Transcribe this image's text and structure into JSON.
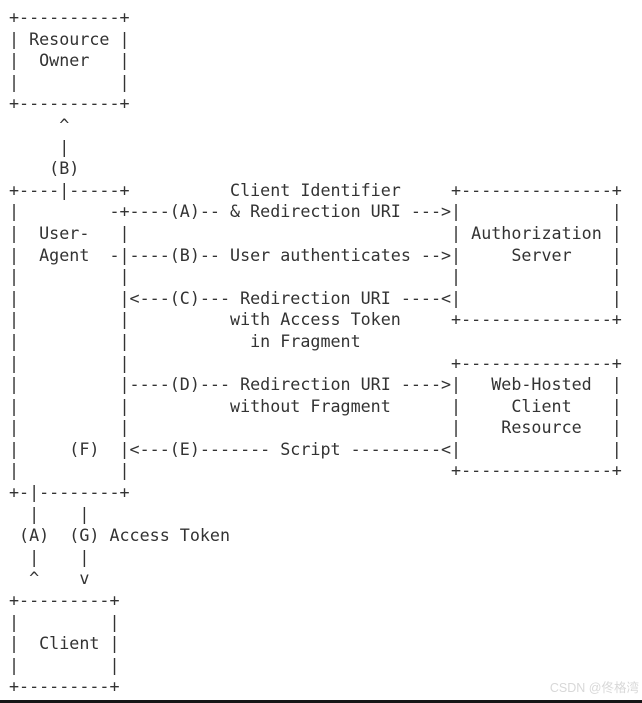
{
  "colors": {
    "background": "#ffffff",
    "diagram_text": "#333333",
    "watermark_text": "#d8d8d8",
    "bottom_rule": "#161616"
  },
  "diagram": {
    "ascii_lines": [
      "+----------+",
      "| Resource |",
      "|  Owner   |",
      "|          |",
      "+----------+",
      "     ^",
      "     |",
      "    (B)",
      "+----|-----+          Client Identifier     +---------------+",
      "|         -+----(A)-- & Redirection URI --->|               |",
      "|  User-   |                                | Authorization |",
      "|  Agent  -|----(B)-- User authenticates -->|     Server    |",
      "|          |                                |               |",
      "|          |<---(C)--- Redirection URI ----<|               |",
      "|          |          with Access Token     +---------------+",
      "|          |            in Fragment",
      "|          |                                +---------------+",
      "|          |----(D)--- Redirection URI ---->|   Web-Hosted  |",
      "|          |          without Fragment      |     Client    |",
      "|          |                                |    Resource   |",
      "|     (F)  |<---(E)------- Script ---------<|               |",
      "|          |                                +---------------+",
      "+-|--------+",
      "  |    |",
      " (A)  (G) Access Token",
      "  |    |",
      "  ^    v",
      "+---------+",
      "|         |",
      "|  Client |",
      "|         |",
      "+---------+"
    ],
    "nodes": [
      "Resource Owner",
      "User-Agent",
      "Authorization Server",
      "Web-Hosted Client Resource",
      "Client"
    ],
    "step_labels": [
      {
        "step": "(A)",
        "label": "Client Identifier & Redirection URI"
      },
      {
        "step": "(B)",
        "label": "User authenticates"
      },
      {
        "step": "(C)",
        "label": "Redirection URI with Access Token in Fragment"
      },
      {
        "step": "(D)",
        "label": "Redirection URI without Fragment"
      },
      {
        "step": "(E)",
        "label": "Script"
      },
      {
        "step": "(F)",
        "label": ""
      },
      {
        "step": "(G)",
        "label": "Access Token"
      }
    ]
  },
  "watermark": {
    "text": "CSDN @佟格湾"
  }
}
